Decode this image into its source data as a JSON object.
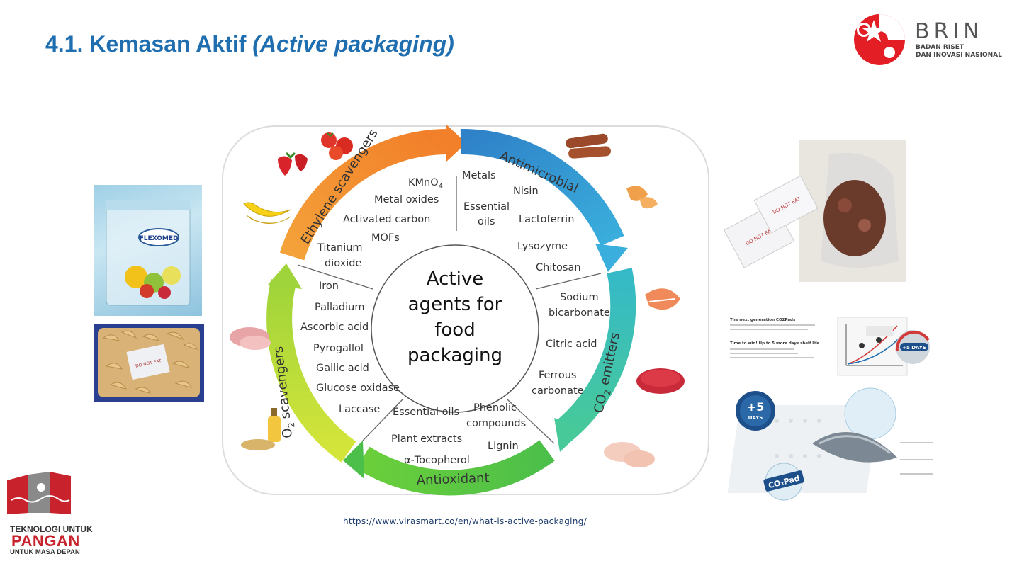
{
  "slide": {
    "title_main": "4.1. Kemasan Aktif ",
    "title_italic": "(Active packaging)",
    "source_url": "https://www.virasmart.co/en/what-is-active-packaging/"
  },
  "brin": {
    "name": "BRIN",
    "sub_line1": "BADAN RISET",
    "sub_line2": "DAN INOVASI NASIONAL",
    "brand_color": "#e31e24"
  },
  "campaign": {
    "line1": "TEKNOLOGI UNTUK",
    "line2": "PANGAN",
    "line3": "UNTUK MASA DEPAN"
  },
  "diagram": {
    "center": [
      "Active",
      "agents for",
      "food",
      "packaging"
    ],
    "sectors": {
      "ethylene": {
        "name": "Ethylene scavengers",
        "color": "#f08a2a",
        "items": [
          "KMnO",
          "Metal oxides",
          "Activated carbon",
          "MOFs",
          "Titanium",
          "dioxide"
        ]
      },
      "antimicrobial": {
        "name": "Antimicrobial",
        "color": "#2f9ed3",
        "items": [
          "Metals",
          "Nisin",
          "Essential",
          "oils",
          "Lactoferrin",
          "Lysozyme",
          "Chitosan"
        ]
      },
      "co2": {
        "name": "CO",
        "name_sub": "2",
        "name_rest": " emitters",
        "color": "#3cc2a8",
        "items": [
          "Sodium",
          "bicarbonate",
          "Citric acid",
          "Ferrous",
          "carbonate"
        ]
      },
      "antioxidant": {
        "name": "Antioxidant",
        "color": "#55c23a",
        "items": [
          "Phenolic",
          "compounds",
          "Lignin",
          "Essential oils",
          "Plant extracts",
          "α-Tocopherol"
        ]
      },
      "o2": {
        "name": "O",
        "name_sub": "2",
        "name_rest": " scavengers",
        "color": "#b5dc3a",
        "items": [
          "Iron",
          "Palladium",
          "Ascorbic acid",
          "Pyrogallol",
          "Gallic acid",
          "Glucose oxidase",
          "Laccase"
        ]
      }
    },
    "kmno_sub": "4"
  },
  "photos": {
    "flexomed_label": "FLEXOMED",
    "sachet_label": "DO NOT EAT",
    "co2pad_title": "The next generation CO2Pads",
    "co2pad_win": "Time to win! Up to 5 more days shelf life.",
    "plus_days": "+5 DAYS",
    "plus5": "+5",
    "days": "DAYS",
    "co2pad_name": "CO₂Pad"
  }
}
